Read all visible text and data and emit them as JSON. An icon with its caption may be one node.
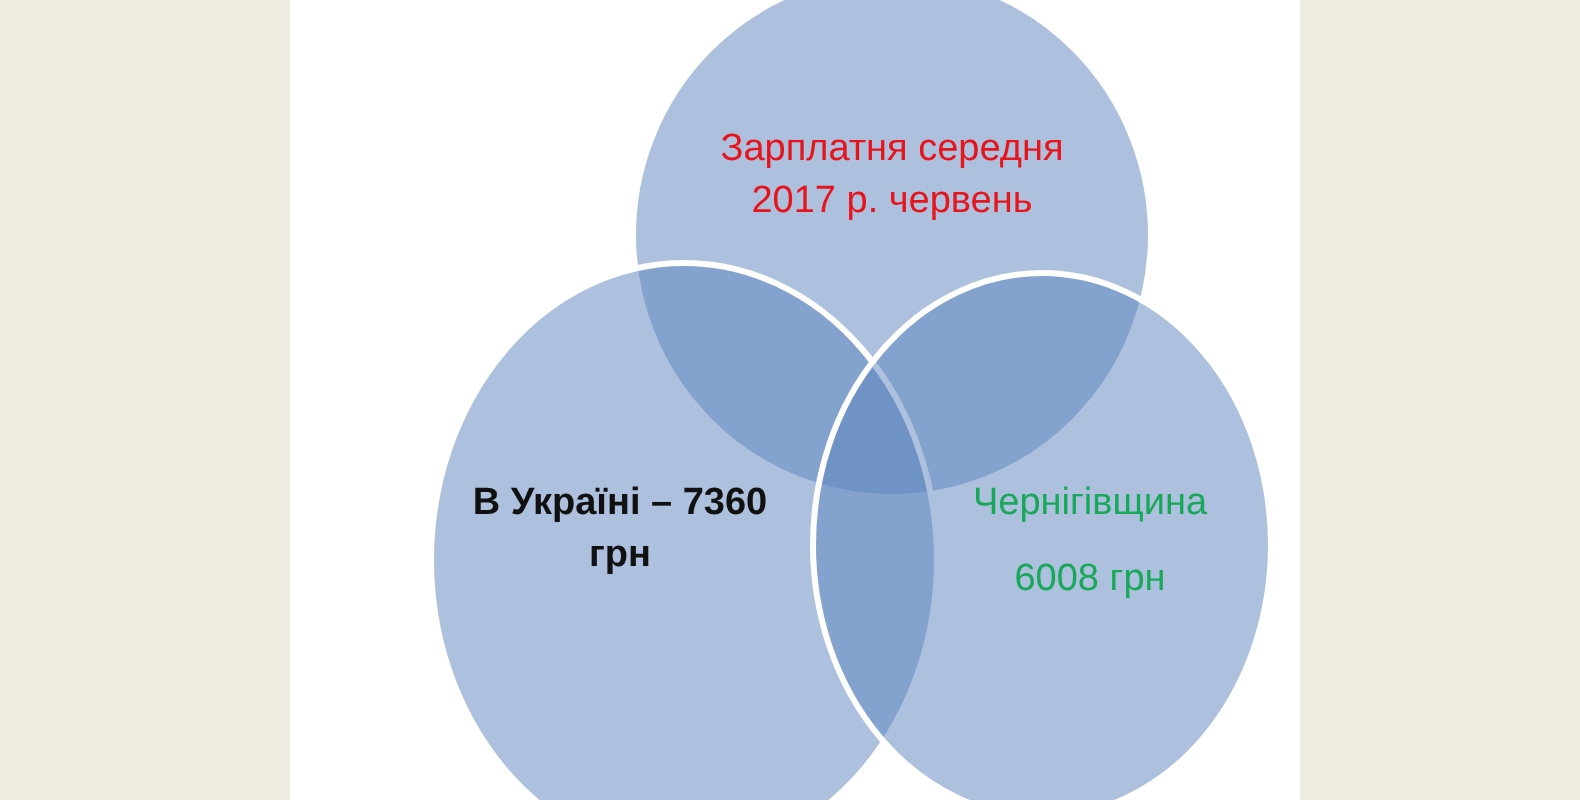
{
  "diagram": {
    "nodes": [
      {
        "text": [
          "Зарплатня середня 2017 р. червень"
        ]
      },
      {
        "text": [
          "В Україні – 7360 грн"
        ]
      },
      {
        "text": [
          "Чернігівщина",
          "6008 грн"
        ]
      }
    ]
  }
}
